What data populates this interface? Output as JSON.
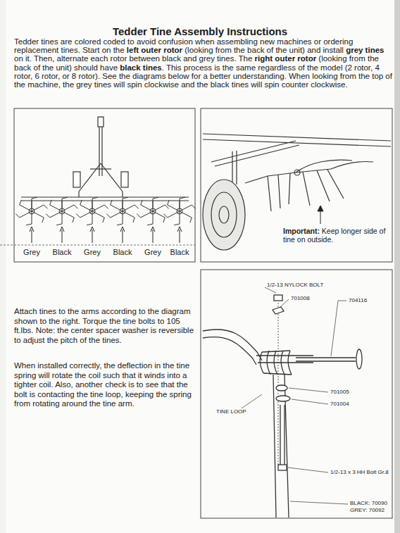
{
  "diagram": {
    "title": "Tedder Tine Assembly Instructions",
    "labels": [
      "Tedder tines are colored coded to avoid confusion when assembling new machines or ordering replacement tines. Start on the",
      "left outer rotor",
      "(looking from the back of the unit) and install",
      "grey tines",
      "on it. Then, alternate each rotor between black and grey tines. The",
      "right outer rotor",
      "(looking from the back of the unit) should have",
      "black tines",
      ". This process is the same regardless of the model (2 rotor, 4 rotor, 6 rotor, or 8 rotor). See the diagrams below for a better understanding. When looking from the top of the machine, the grey tines will spin clockwise and the black tines will spin counter clockwise.",
      "Grey",
      "Black",
      "Grey",
      "Black",
      "Grey",
      "Black",
      "Important:",
      "Keep longer side of tine on outside.",
      "Attach tines to the arms according to the diagram shown to the right. Torque the tine bolts to 105 ft.lbs. Note: the center spacer washer is reversible to adjust the pitch of the tines.",
      "When installed correctly, the deflection in the tine spring will rotate the coil such that it winds into a tighter coil. Also, another check is to see that the bolt is contacting the tine loop, keeping the spring from rotating around the tine arm.",
      "1/2-13 NYLOCK BOLT",
      "701008",
      "704116",
      "TINE LOOP",
      "701005",
      "701004",
      "1/2-13 x 3 HH Bolt Gr.8",
      "BLACK: 70090",
      "GREY: 70092"
    ]
  }
}
